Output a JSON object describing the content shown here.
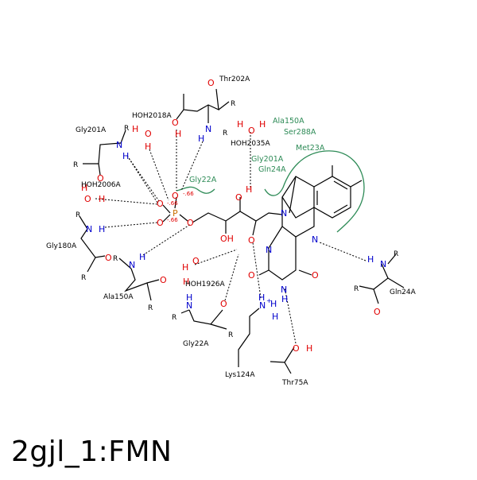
{
  "title": "2gjl_1:FMN",
  "labels": {
    "thr202a": "Thr202A",
    "hoh2018a": "HOH2018A",
    "gly201a": "Gly201A",
    "hoh2006a": "HOH2006A",
    "gly180a": "Gly180A",
    "ala150a": "Ala150A",
    "hoh1926a": "HOH1926A",
    "gly22a": "Gly22A",
    "lys124a": "Lys124A",
    "thr75a": "Thr75A",
    "gln24a": "Gln24A",
    "hoh2035a": "HOH2035A"
  },
  "hydrophobic": {
    "gly22a": "Gly22A",
    "ala150a": "Ala150A",
    "ser288a": "Ser288A",
    "met23a": "Met23A",
    "gly201a": "Gly201A",
    "gln24a": "Gln24A"
  },
  "charges": {
    "o_top": "-.66",
    "o_mid": "-.66",
    "o_bot": "-.66",
    "n_plus": "+"
  }
}
